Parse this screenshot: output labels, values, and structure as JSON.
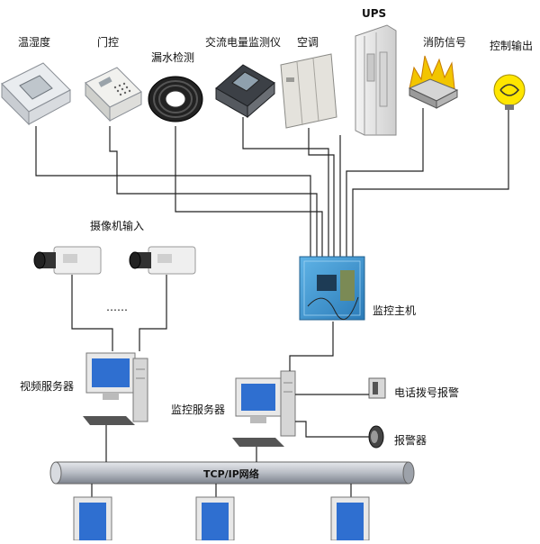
{
  "sensors": {
    "temp_humidity": "温湿度",
    "door_control": "门控",
    "water_leak": "漏水检测",
    "ac_power_monitor": "交流电量监测仪",
    "air_conditioner": "空调",
    "ups": "UPS",
    "fire_signal": "消防信号",
    "control_output": "控制输出"
  },
  "camera_input": "摄像机输入",
  "camera_ellipsis": "……",
  "monitor_host": "监控主机",
  "video_server": "视频服务器",
  "monitor_server": "监控服务器",
  "phone_dial_alarm": "电话拨号报警",
  "alarm": "报警器",
  "network": "TCP/IP网络",
  "colors": {
    "backbone": "#b8bcc4",
    "panel": "#3a8ec9",
    "fire": "#f2c500",
    "bulb": "#ffe600"
  }
}
